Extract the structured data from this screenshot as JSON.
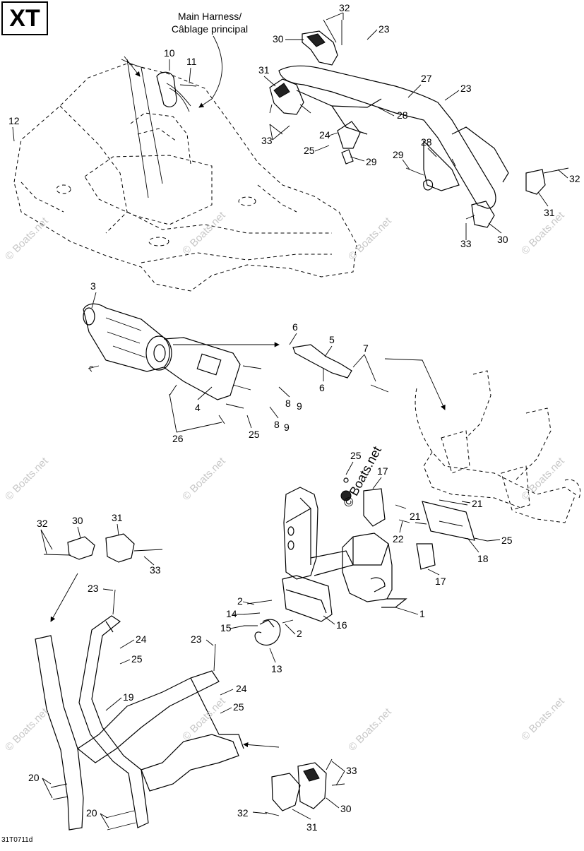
{
  "model_badge": "XT",
  "harness_label": {
    "line1": "Main Harness/",
    "line2": "Câblage principal"
  },
  "drawing_code": "31T0711d",
  "watermark_text": "© Boats.net",
  "callouts": [
    {
      "id": "c32a",
      "text": "32"
    },
    {
      "id": "c23a",
      "text": "23"
    },
    {
      "id": "c30a",
      "text": "30"
    },
    {
      "id": "c10",
      "text": "10"
    },
    {
      "id": "c11",
      "text": "11"
    },
    {
      "id": "c31a",
      "text": "31"
    },
    {
      "id": "c27",
      "text": "27"
    },
    {
      "id": "c23b",
      "text": "23"
    },
    {
      "id": "c12",
      "text": "12"
    },
    {
      "id": "c28a",
      "text": "28"
    },
    {
      "id": "c24a",
      "text": "24"
    },
    {
      "id": "c33a",
      "text": "33"
    },
    {
      "id": "c25a",
      "text": "25"
    },
    {
      "id": "c29a",
      "text": "29"
    },
    {
      "id": "c28b",
      "text": "28"
    },
    {
      "id": "c29b",
      "text": "29"
    },
    {
      "id": "c32b",
      "text": "32"
    },
    {
      "id": "c31b",
      "text": "31"
    },
    {
      "id": "c33b",
      "text": "33"
    },
    {
      "id": "c30b",
      "text": "30"
    },
    {
      "id": "c3",
      "text": "3"
    },
    {
      "id": "c6a",
      "text": "6"
    },
    {
      "id": "c5",
      "text": "5"
    },
    {
      "id": "c7",
      "text": "7"
    },
    {
      "id": "c6b",
      "text": "6"
    },
    {
      "id": "c8a",
      "text": "8"
    },
    {
      "id": "c9a",
      "text": "9"
    },
    {
      "id": "c4",
      "text": "4"
    },
    {
      "id": "c8b",
      "text": "8"
    },
    {
      "id": "c9b",
      "text": "9"
    },
    {
      "id": "c26",
      "text": "26"
    },
    {
      "id": "c25b",
      "text": "25"
    },
    {
      "id": "c25c",
      "text": "25"
    },
    {
      "id": "c17a",
      "text": "17"
    },
    {
      "id": "c21a",
      "text": "21"
    },
    {
      "id": "c21b",
      "text": "21"
    },
    {
      "id": "c22",
      "text": "22"
    },
    {
      "id": "c25d",
      "text": "25"
    },
    {
      "id": "c18",
      "text": "18"
    },
    {
      "id": "c17b",
      "text": "17"
    },
    {
      "id": "c32c",
      "text": "32"
    },
    {
      "id": "c30c",
      "text": "30"
    },
    {
      "id": "c31c",
      "text": "31"
    },
    {
      "id": "c33c",
      "text": "33"
    },
    {
      "id": "c2a",
      "text": "2"
    },
    {
      "id": "c1",
      "text": "1"
    },
    {
      "id": "c14",
      "text": "14"
    },
    {
      "id": "c16",
      "text": "16"
    },
    {
      "id": "c15",
      "text": "15"
    },
    {
      "id": "c2b",
      "text": "2"
    },
    {
      "id": "c13",
      "text": "13"
    },
    {
      "id": "c23c",
      "text": "23"
    },
    {
      "id": "c24b",
      "text": "24"
    },
    {
      "id": "c25e",
      "text": "25"
    },
    {
      "id": "c23d",
      "text": "23"
    },
    {
      "id": "c24c",
      "text": "24"
    },
    {
      "id": "c19",
      "text": "19"
    },
    {
      "id": "c25f",
      "text": "25"
    },
    {
      "id": "c20a",
      "text": "20"
    },
    {
      "id": "c33d",
      "text": "33"
    },
    {
      "id": "c20b",
      "text": "20"
    },
    {
      "id": "c32d",
      "text": "32"
    },
    {
      "id": "c30d",
      "text": "30"
    },
    {
      "id": "c31d",
      "text": "31"
    }
  ]
}
